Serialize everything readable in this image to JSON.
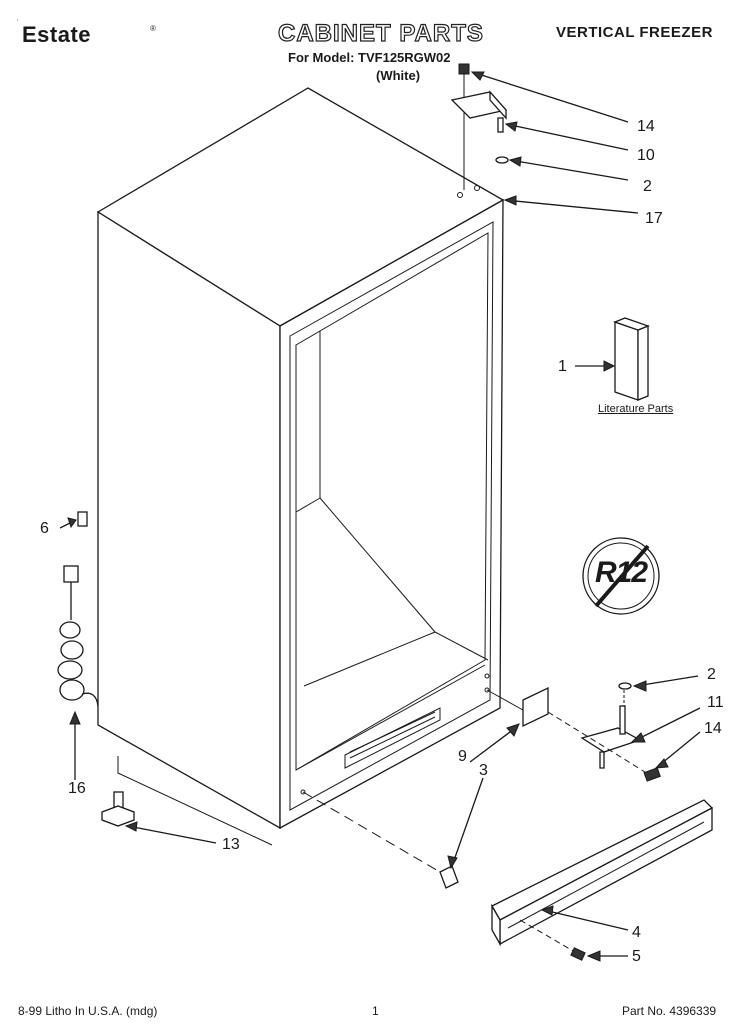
{
  "header": {
    "brand": "Estate",
    "title": "CABINET PARTS",
    "subtitle": "VERTICAL FREEZER",
    "model_line": "For Model: TVF125RGW02",
    "color_line": "(White)"
  },
  "literature": {
    "label": "Literature Parts"
  },
  "refrigerant_badge": {
    "text": "R12"
  },
  "callouts": [
    {
      "id": "c14a",
      "label": "14"
    },
    {
      "id": "c10",
      "label": "10"
    },
    {
      "id": "c2a",
      "label": "2"
    },
    {
      "id": "c17",
      "label": "17"
    },
    {
      "id": "c1",
      "label": "1"
    },
    {
      "id": "c6",
      "label": "6"
    },
    {
      "id": "c2b",
      "label": "2"
    },
    {
      "id": "c11",
      "label": "11"
    },
    {
      "id": "c14b",
      "label": "14"
    },
    {
      "id": "c9",
      "label": "9"
    },
    {
      "id": "c3",
      "label": "3"
    },
    {
      "id": "c16",
      "label": "16"
    },
    {
      "id": "c13",
      "label": "13"
    },
    {
      "id": "c4",
      "label": "4"
    },
    {
      "id": "c5",
      "label": "5"
    }
  ],
  "footer": {
    "left": "8-99 Litho In U.S.A. (mdg)",
    "page": "1",
    "part_no": "Part No. 4396339"
  }
}
